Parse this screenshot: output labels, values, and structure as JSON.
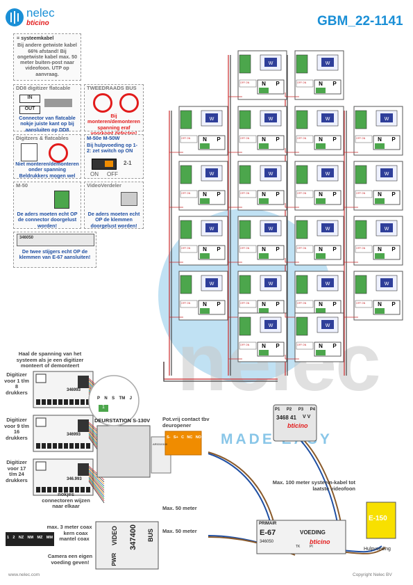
{
  "doc_code": "GBM_22-1141",
  "brand": {
    "name": "nelec",
    "partner": "bticino"
  },
  "watermark": {
    "word": "nelec",
    "tagline": "MADE EASY"
  },
  "info_boxes": {
    "systeemkabel": {
      "title": "= systeemkabel",
      "text": "Bij andere getwiste kabel 66% afstand! Bij ongetwiste kabel max. 50 meter buiten-post naar videofoon. UTP op aanvraag."
    },
    "dd8": {
      "title": "DD8 digitizer flatcable",
      "in": "IN",
      "out": "OUT",
      "text": "Connector van flatcable nokje juiste kant op bij aansluiten op DD8"
    },
    "tweedraads": {
      "title": "TWEEDRAADS BUS",
      "text": "Bij monteren/demonteren spanning eraf voorkomt defecten!"
    },
    "digitizers": {
      "title": "Digitzers & flatcables",
      "text": "Niet monteren/demonteren onder spanning Beldrukkers mogen wel"
    },
    "m50e": {
      "title": "M-50e  M-50W",
      "text": "Bij hulpvoeding op 1-2: zet switch op ON",
      "on": "ON",
      "off": "OFF",
      "pins": "2-1"
    },
    "m50": {
      "title": "M-50",
      "text": "De aders moeten echt OP de connector doorgelust worden!"
    },
    "videoverdeler": {
      "title": "VideoVerdeler",
      "text": "De aders moeten echt OP de klemmen doorgelust worden!"
    },
    "stijgers": {
      "code": "346050",
      "text": "De twee stijgers echt OP de klemmen van E-67 aansluiten!"
    }
  },
  "left_panel": {
    "warning": "Haal de spanning van het systeem als je een digitizer monteert of demonteert",
    "digitizers": [
      {
        "label": "Digitizer voor 1 t/m 8 drukkers",
        "code": "346993"
      },
      {
        "label": "Digitizer voor 9 t/m 16 drukkers",
        "code": "346993"
      },
      {
        "label": "Digitizer voor 17 t/m 24 drukkers",
        "code": "346.993"
      }
    ],
    "zoom_labels": [
      "P",
      "N",
      "S",
      "TM",
      "J"
    ],
    "zoom_num": "1",
    "panel_name": "DEURSTATION S-130V",
    "panel_code": "AR5310100",
    "nokjes": "nokjes connectoren wijzen naar elkaar",
    "contact_label": "Pot.vrij contact tbv deuropener",
    "contact_terms": [
      "S-",
      "S+",
      "C",
      "NC",
      "NO"
    ]
  },
  "coax": {
    "warn": "max. 3 meter coax",
    "kern": "kern coax",
    "mantel": "mantel coax",
    "camera": "Camera een eigen voeding geven!",
    "module_code": "347400",
    "video": "VIDEO",
    "bus": "BUS",
    "pwr": "PWR",
    "conn_labels": [
      "1",
      "2",
      "NZ",
      "NM",
      "MZ",
      "MM"
    ]
  },
  "cables": {
    "max50a": "Max. 50 meter",
    "max50b": "Max. 50 meter",
    "max100": "Max. 100 meter systeem-kabel tot laatste videofoon"
  },
  "verdeler": {
    "code": "3468 41",
    "ports": [
      "P1",
      "P2",
      "P3",
      "P4"
    ],
    "vv": "V V"
  },
  "voeding": {
    "primair": "PRIMAIR",
    "model": "E-67",
    "title": "VOEDING",
    "code": "346050",
    "terms": [
      "TK",
      "PI"
    ]
  },
  "hulp": {
    "model": "E-150",
    "label": "Hulpvoeding"
  },
  "units": {
    "np": [
      "N",
      "P"
    ],
    "offon": "OFF ON",
    "screen": "W",
    "pins": [
      "1",
      "2"
    ]
  },
  "footer": {
    "url": "www.nelec.com",
    "copyright": "Copyright Nelec BV"
  },
  "colors": {
    "accent": "#1a8fd6",
    "red": "#e21b1b",
    "orange": "#f08c00",
    "green": "#2e9e3a"
  }
}
